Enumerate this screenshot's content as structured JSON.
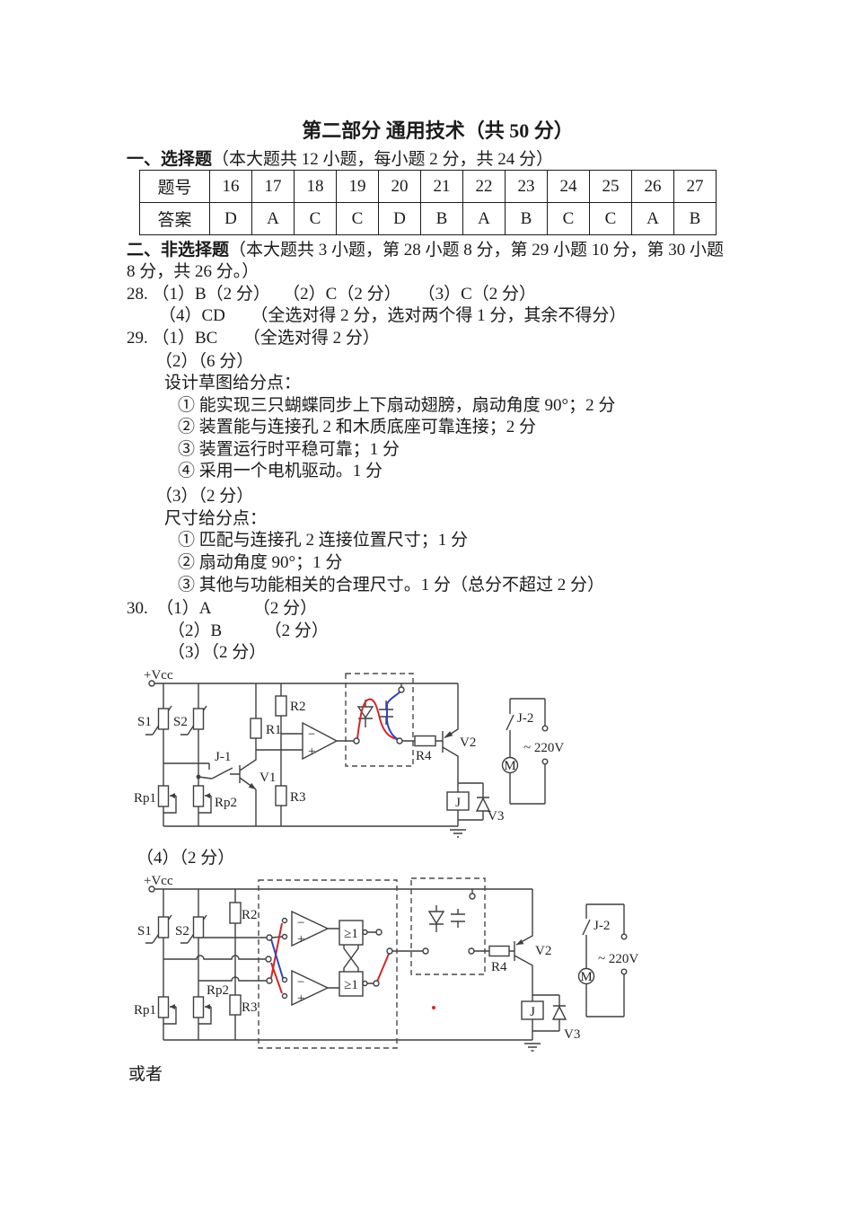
{
  "page": {
    "title": "第二部分 通用技术（共 50 分）",
    "section1": {
      "heading_bold": "一、选择题",
      "heading_rest": "（本大题共 12 小题，每小题 2 分，共 24 分）",
      "table": {
        "row1_header": "题号",
        "row2_header": "答案",
        "question_numbers": [
          "16",
          "17",
          "18",
          "19",
          "20",
          "21",
          "22",
          "23",
          "24",
          "25",
          "26",
          "27"
        ],
        "answers": [
          "D",
          "A",
          "C",
          "C",
          "D",
          "B",
          "A",
          "B",
          "C",
          "C",
          "A",
          "B"
        ]
      }
    },
    "section2": {
      "heading_bold": "二、非选择题",
      "heading_rest": "（本大题共 3 小题，第 28 小题 8 分，第 29 小题 10 分，第 30 小题",
      "heading_cont": "8 分，共 26 分。）",
      "q28": {
        "line1": "28. （1）B（2 分）　 （2）C（2 分）　　（3）C（2 分）",
        "line2": "（4）CD　　（全选对得 2 分，选对两个得 1 分，其余不得分）"
      },
      "q29": {
        "line1": "29. （1）BC　　（全选对得 2 分）",
        "line2": "（2）（6 分）",
        "sketch_header": "设计草图给分点：",
        "sketch_points": [
          "① 能实现三只蝴蝶同步上下扇动翅膀，扇动角度 90°；2 分",
          "② 装置能与连接孔 2 和木质底座可靠连接；2 分",
          "③ 装置运行时平稳可靠；1 分",
          "④ 采用一个电机驱动。1 分"
        ],
        "line3": "（3）（2 分）",
        "dim_header": "尺寸给分点：",
        "dim_points": [
          "① 匹配与连接孔 2 连接位置尺寸；1 分",
          "② 扇动角度 90°；1 分",
          "③ 其他与功能相关的合理尺寸。1 分（总分不超过 2 分）"
        ]
      },
      "q30": {
        "line1": "30.　（1）A　　　（2 分）",
        "line2": "（2）B　　　（2 分）",
        "line3": "（3）（2 分）",
        "line4": "（4）（2 分）"
      },
      "footer_or": "或者"
    },
    "circuit1": {
      "labels": {
        "vcc": "+Vcc",
        "s1": "S1",
        "s2": "S2",
        "j1": "J-1",
        "v1": "V1",
        "r1": "R1",
        "r2": "R2",
        "r3": "R3",
        "rp1": "Rp1",
        "rp2": "Rp2",
        "minus": "−",
        "plus": "+",
        "r4": "R4",
        "v2": "V2",
        "relay": "J",
        "v3": "V3",
        "j2": "J-2",
        "voltage": "~ 220V",
        "motor": "M"
      }
    },
    "circuit2": {
      "labels": {
        "vcc": "+Vcc",
        "s1": "S1",
        "s2": "S2",
        "r2": "R2",
        "r3": "R3",
        "rp1": "Rp1",
        "rp2": "Rp2",
        "comp1_minus": "−",
        "comp1_plus": "+",
        "comp2_minus": "−",
        "comp2_plus": "+",
        "gate1": "≥1",
        "gate2": "≥1",
        "r4": "R4",
        "v2": "V2",
        "relay": "J",
        "v3": "V3",
        "j2": "J-2",
        "voltage": "~ 220V",
        "motor": "M"
      }
    }
  }
}
